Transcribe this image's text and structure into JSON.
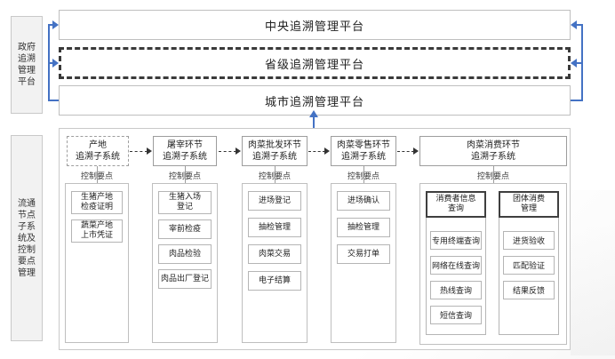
{
  "sections": {
    "government": {
      "side_label": "政府追溯管理平台",
      "side_label_lines": [
        "政府",
        "追溯",
        "管理",
        "平台"
      ],
      "platforms": [
        {
          "id": "central",
          "label": "中央追溯管理平台",
          "style": "solid"
        },
        {
          "id": "provincial",
          "label": "省级追溯管理平台",
          "style": "dashed"
        },
        {
          "id": "city",
          "label": "城市追溯管理平台",
          "style": "solid"
        }
      ]
    },
    "circulation": {
      "side_label": "流通节点子系统及控制要点管理",
      "side_label_lines": [
        "流通",
        "节点",
        "子系",
        "统及",
        "控制",
        "要点",
        "管理"
      ],
      "control_point_label": "控制要点",
      "columns": [
        {
          "id": "origin",
          "title": "产地追溯子系统",
          "title_lines": [
            "产地",
            "追溯子系统"
          ],
          "style": "dashed",
          "control_label": "控制要点",
          "items": [
            {
              "label": "生猪产地检疫证明",
              "lines": [
                "生猪产地",
                "检疫证明"
              ]
            },
            {
              "label": "蔬菜产地上市凭证",
              "lines": [
                "蔬菜产地",
                "上市凭证"
              ]
            }
          ]
        },
        {
          "id": "slaughter",
          "title": "屠宰环节追溯子系统",
          "title_lines": [
            "屠宰环节",
            "追溯子系统"
          ],
          "style": "solid",
          "control_label": "控制要点",
          "items": [
            {
              "label": "生猪入场登记",
              "lines": [
                "生猪入场",
                "登记"
              ]
            },
            {
              "label": "宰前检疫",
              "lines": [
                "宰前检疫"
              ]
            },
            {
              "label": "肉品检验",
              "lines": [
                "肉品检验"
              ]
            },
            {
              "label": "肉品出厂登记",
              "lines": [
                "肉品出厂登记"
              ]
            }
          ]
        },
        {
          "id": "wholesale",
          "title": "肉菜批发环节追溯子系统",
          "title_lines": [
            "肉菜批发环节",
            "追溯子系统"
          ],
          "style": "solid",
          "control_label": "控制要点",
          "items": [
            {
              "label": "进场登记",
              "lines": [
                "进场登记"
              ]
            },
            {
              "label": "抽检管理",
              "lines": [
                "抽检管理"
              ]
            },
            {
              "label": "肉菜交易",
              "lines": [
                "肉菜交易"
              ]
            },
            {
              "label": "电子结算",
              "lines": [
                "电子结算"
              ]
            }
          ]
        },
        {
          "id": "retail",
          "title": "肉菜零售环节追溯子系统",
          "title_lines": [
            "肉菜零售环节",
            "追溯子系统"
          ],
          "style": "solid",
          "control_label": "控制要点",
          "items": [
            {
              "label": "进场确认",
              "lines": [
                "进场确认"
              ]
            },
            {
              "label": "抽检管理",
              "lines": [
                "抽检管理"
              ]
            },
            {
              "label": "交易打单",
              "lines": [
                "交易打单"
              ]
            }
          ]
        },
        {
          "id": "consumption",
          "title": "肉菜消费环节追溯子系统",
          "title_lines": [
            "肉菜消费环节",
            "追溯子系统"
          ],
          "style": "solid",
          "control_label": "控制要点",
          "groups": [
            {
              "id": "consumer-query",
              "header": "消费者信息查询",
              "header_lines": [
                "消费者信息",
                "查询"
              ],
              "items": [
                "专用终端查询",
                "网络在线查询",
                "热线查询",
                "短信查询"
              ]
            },
            {
              "id": "group-consumption",
              "header": "团体消费管理",
              "header_lines": [
                "团体消费",
                "管理"
              ],
              "items": [
                "进货验收",
                "匹配验证",
                "结果反馈"
              ]
            }
          ]
        }
      ]
    }
  },
  "colors": {
    "connector_blue": "#4472c4",
    "box_border": "#bfbfbf",
    "dashed_border": "#3a3a3a",
    "side_label_bg": "#f2f2f2"
  }
}
